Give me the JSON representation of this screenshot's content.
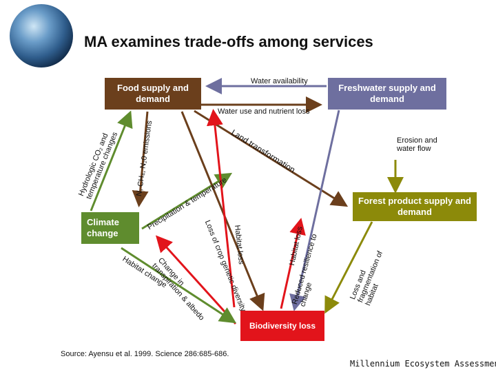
{
  "title": "MA examines trade-offs among services",
  "nodes": {
    "food": "Food supply and demand",
    "freshwater": "Freshwater supply and demand",
    "climate": "Climate change",
    "forest": "Forest product supply and demand",
    "biodiversity": "Biodiversity loss"
  },
  "links": {
    "water_availability": "Water availability",
    "water_use": "Water use and nutrient loss",
    "erosion": "Erosion and water flow",
    "land_transformation": "Land transformation",
    "precip_temp": "Precipitation & temperature",
    "hydrologic": "Hydrologic CO₂ and temperature changes",
    "emissions": "N, CH₄, N₂0 emissions",
    "crop_loss": "Loss of crop genetic diversity",
    "habitat_loss_1": "Habitat loss",
    "habitat_loss_2": "Habitat loss",
    "habitat_change": "Habitat change",
    "transpiration": "Change in transpiration & albedo",
    "resilience": "Reduced resilience to change",
    "fragmentation": "Loss and fragmentation of habitat"
  },
  "colors": {
    "food": "#6b3f1c",
    "freshwater": "#6e6f9f",
    "climate": "#5f8c2e",
    "forest": "#8c8a0a",
    "biodiversity": "#e2141b"
  },
  "footer": {
    "source": "Source:  Ayensu et al. 1999.  Science 286:685-686.",
    "logo": "Millennium Ecosystem Assessment"
  }
}
